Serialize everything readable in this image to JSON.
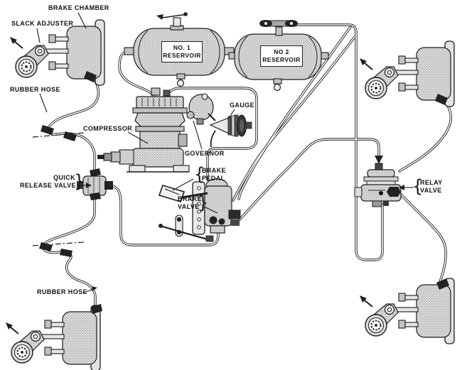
{
  "diagram": {
    "colors": {
      "background": "#ffffff",
      "line": "#1d1d1d",
      "component_fill": "#d8d8d8",
      "label_text": "#111111"
    },
    "labels": {
      "brake_chamber": "BRAKE CHAMBER",
      "slack_adjuster": "SLACK ADJUSTER",
      "rubber_hose_top": "RUBBER HOSE",
      "rubber_hose_bottom": "RUBBER HOSE",
      "compressor": "COMPRESSOR",
      "governor": "GOVERNOR",
      "gauge": "GAUGE",
      "quick_release_valve": {
        "line1": "QUICK",
        "line2": "RELEASE VALVE"
      },
      "brake_pedal": {
        "line1": "BRAKE",
        "line2": "PEDAL"
      },
      "brake_valve": {
        "line1": "BRAKE",
        "line2": "VALVE"
      },
      "relay_valve": {
        "line1": "RELAY",
        "line2": "VALVE"
      },
      "reservoir_1": {
        "line1": "NO. 1",
        "line2": "RESERVOIR"
      },
      "reservoir_2": {
        "line1": "NO 2",
        "line2": "RESERVOIR"
      },
      "brace_open": "{",
      "brace_close": "}"
    }
  }
}
